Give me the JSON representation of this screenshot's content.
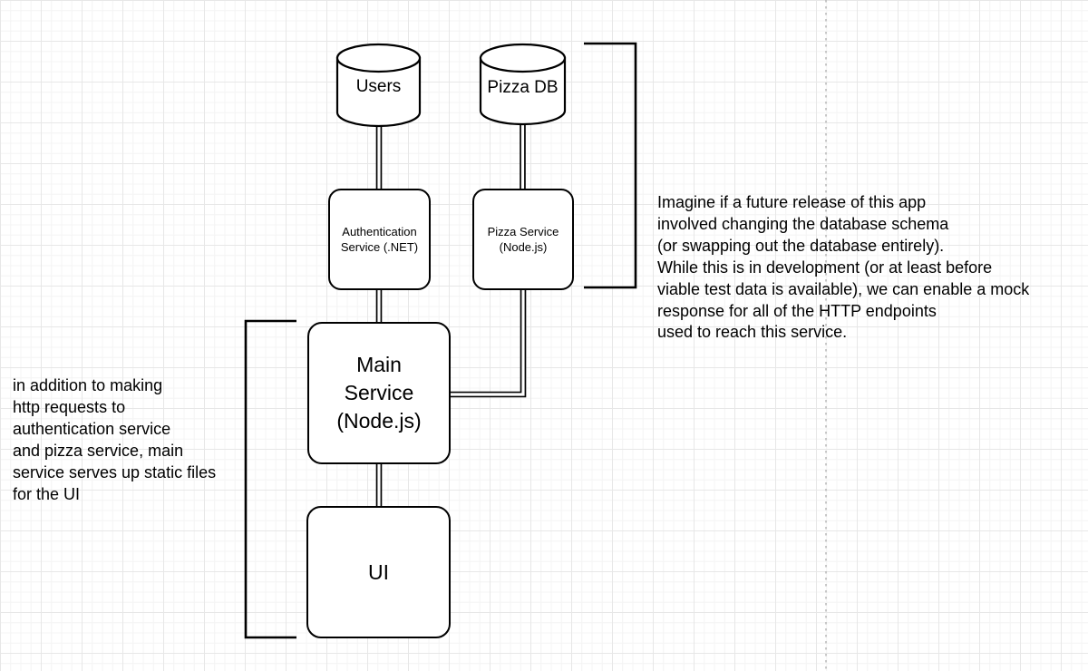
{
  "canvas": {
    "colors": {
      "stroke": "#000000",
      "background": "#ffffff",
      "grid_minor": "#f4f4f4",
      "grid_major": "#e7e7e7",
      "dashed_guide": "#b3b3b3"
    }
  },
  "nodes": {
    "users_db": {
      "type": "cylinder",
      "label": "Users"
    },
    "pizza_db": {
      "type": "cylinder",
      "label": "Pizza DB"
    },
    "auth_service": {
      "type": "rounded-box",
      "label": "Authentication\nService (.NET)"
    },
    "pizza_service": {
      "type": "rounded-box",
      "label": "Pizza Service\n(Node.js)"
    },
    "main_service": {
      "type": "rounded-box",
      "label": "Main\nService\n(Node.js)"
    },
    "ui": {
      "type": "rounded-box",
      "label": "UI"
    }
  },
  "annotations": {
    "left_note": "in addition to making\nhttp requests to\nauthentication service\nand pizza service, main\nservice serves up static files\nfor the UI",
    "right_note": "Imagine if a future release of this app\ninvolved changing the database schema\n(or swapping out the database entirely).\nWhile this is in development (or at least before\nviable test data is available), we can enable a mock\nresponse for all of the HTTP endpoints\nused to reach this service."
  }
}
